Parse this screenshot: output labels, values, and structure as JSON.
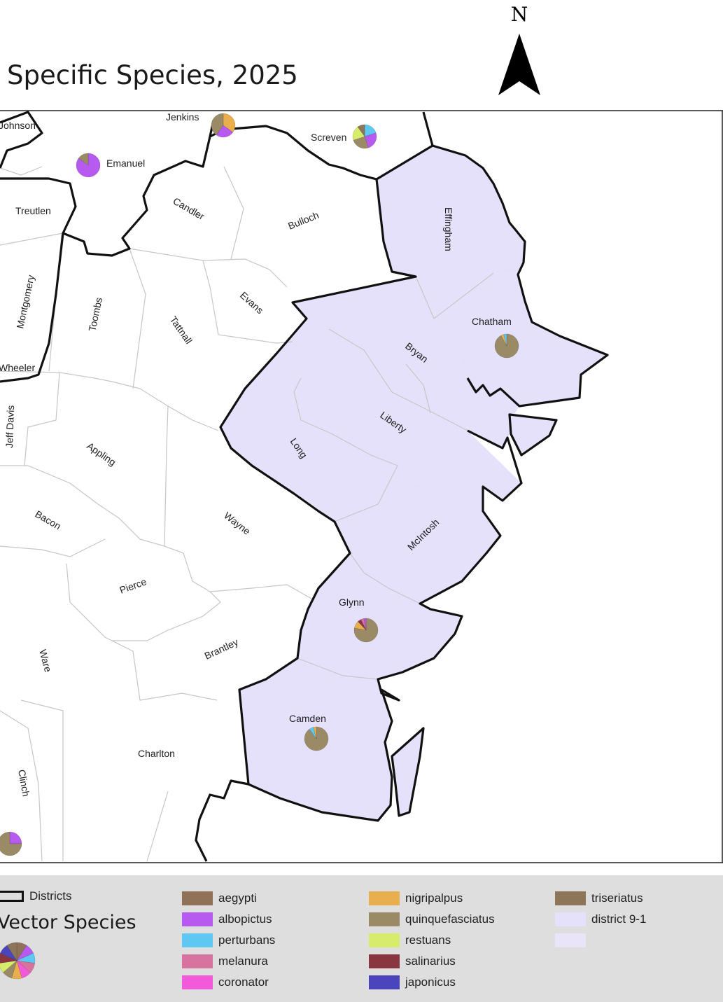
{
  "title": "Specific Species, 2025",
  "north_arrow": {
    "label": "N"
  },
  "map": {
    "counties": [
      {
        "name": "Johnson"
      },
      {
        "name": "Jenkins"
      },
      {
        "name": "Screven"
      },
      {
        "name": "Emanuel"
      },
      {
        "name": "Treutlen"
      },
      {
        "name": "Candler"
      },
      {
        "name": "Bulloch"
      },
      {
        "name": "Effingham"
      },
      {
        "name": "Montgomery"
      },
      {
        "name": "Toombs"
      },
      {
        "name": "Tattnall"
      },
      {
        "name": "Evans"
      },
      {
        "name": "Chatham"
      },
      {
        "name": "Bryan"
      },
      {
        "name": "Wheeler"
      },
      {
        "name": "Jeff Davis"
      },
      {
        "name": "Appling"
      },
      {
        "name": "Liberty"
      },
      {
        "name": "Long"
      },
      {
        "name": "Bacon"
      },
      {
        "name": "Wayne"
      },
      {
        "name": "McIntosh"
      },
      {
        "name": "Pierce"
      },
      {
        "name": "Glynn"
      },
      {
        "name": "Brantley"
      },
      {
        "name": "Ware"
      },
      {
        "name": "Camden"
      },
      {
        "name": "Charlton"
      },
      {
        "name": "Clinch"
      }
    ],
    "highlight_color": "#e6e1fb",
    "pie_charts": [
      {
        "county": "Jenkins",
        "slices": [
          {
            "species": "nigripalpus",
            "share": 0.35
          },
          {
            "species": "albopictus",
            "share": 0.25
          },
          {
            "species": "quinquefasciatus",
            "share": 0.4
          }
        ]
      },
      {
        "county": "Screven",
        "slices": [
          {
            "species": "perturbans",
            "share": 0.2
          },
          {
            "species": "albopictus",
            "share": 0.25
          },
          {
            "species": "quinquefasciatus",
            "share": 0.25
          },
          {
            "species": "restuans",
            "share": 0.2
          },
          {
            "species": "triseriatus",
            "share": 0.1
          }
        ]
      },
      {
        "county": "Emanuel",
        "slices": [
          {
            "species": "albopictus",
            "share": 0.85
          },
          {
            "species": "quinquefasciatus",
            "share": 0.15
          }
        ]
      },
      {
        "county": "Chatham",
        "slices": [
          {
            "species": "quinquefasciatus",
            "share": 0.92
          },
          {
            "species": "nigripalpus",
            "share": 0.04
          },
          {
            "species": "perturbans",
            "share": 0.04
          }
        ]
      },
      {
        "county": "Glynn",
        "slices": [
          {
            "species": "quinquefasciatus",
            "share": 0.78
          },
          {
            "species": "nigripalpus",
            "share": 0.1
          },
          {
            "species": "salinarius",
            "share": 0.05
          },
          {
            "species": "melanura",
            "share": 0.04
          },
          {
            "species": "albopictus",
            "share": 0.03
          }
        ]
      },
      {
        "county": "Camden",
        "slices": [
          {
            "species": "quinquefasciatus",
            "share": 0.9
          },
          {
            "species": "perturbans",
            "share": 0.06
          },
          {
            "species": "nigripalpus",
            "share": 0.04
          }
        ]
      },
      {
        "county": "Clinch",
        "slices": [
          {
            "species": "albopictus",
            "share": 0.25
          },
          {
            "species": "quinquefasciatus",
            "share": 0.75
          }
        ]
      }
    ]
  },
  "legend": {
    "districts_label": "Districts",
    "vector_species_title": "Vector Species",
    "items": [
      {
        "label": "aegypti",
        "color": "#8f7257"
      },
      {
        "label": "albopictus",
        "color": "#b65af0"
      },
      {
        "label": "perturbans",
        "color": "#5ec8f2"
      },
      {
        "label": "melanura",
        "color": "#d8739f"
      },
      {
        "label": "coronator",
        "color": "#f25ad9"
      },
      {
        "label": "nigripalpus",
        "color": "#e9af4f"
      },
      {
        "label": "quinquefasciatus",
        "color": "#9a8a66"
      },
      {
        "label": "restuans",
        "color": "#d6ec6a"
      },
      {
        "label": "salinarius",
        "color": "#8a3640"
      },
      {
        "label": "japonicus",
        "color": "#4a45bd"
      },
      {
        "label": "triseriatus",
        "color": "#8c7558"
      },
      {
        "label": "district 9-1",
        "color": "#e6e1fb"
      },
      {
        "label": "",
        "color": "#e9e4f7"
      }
    ]
  }
}
